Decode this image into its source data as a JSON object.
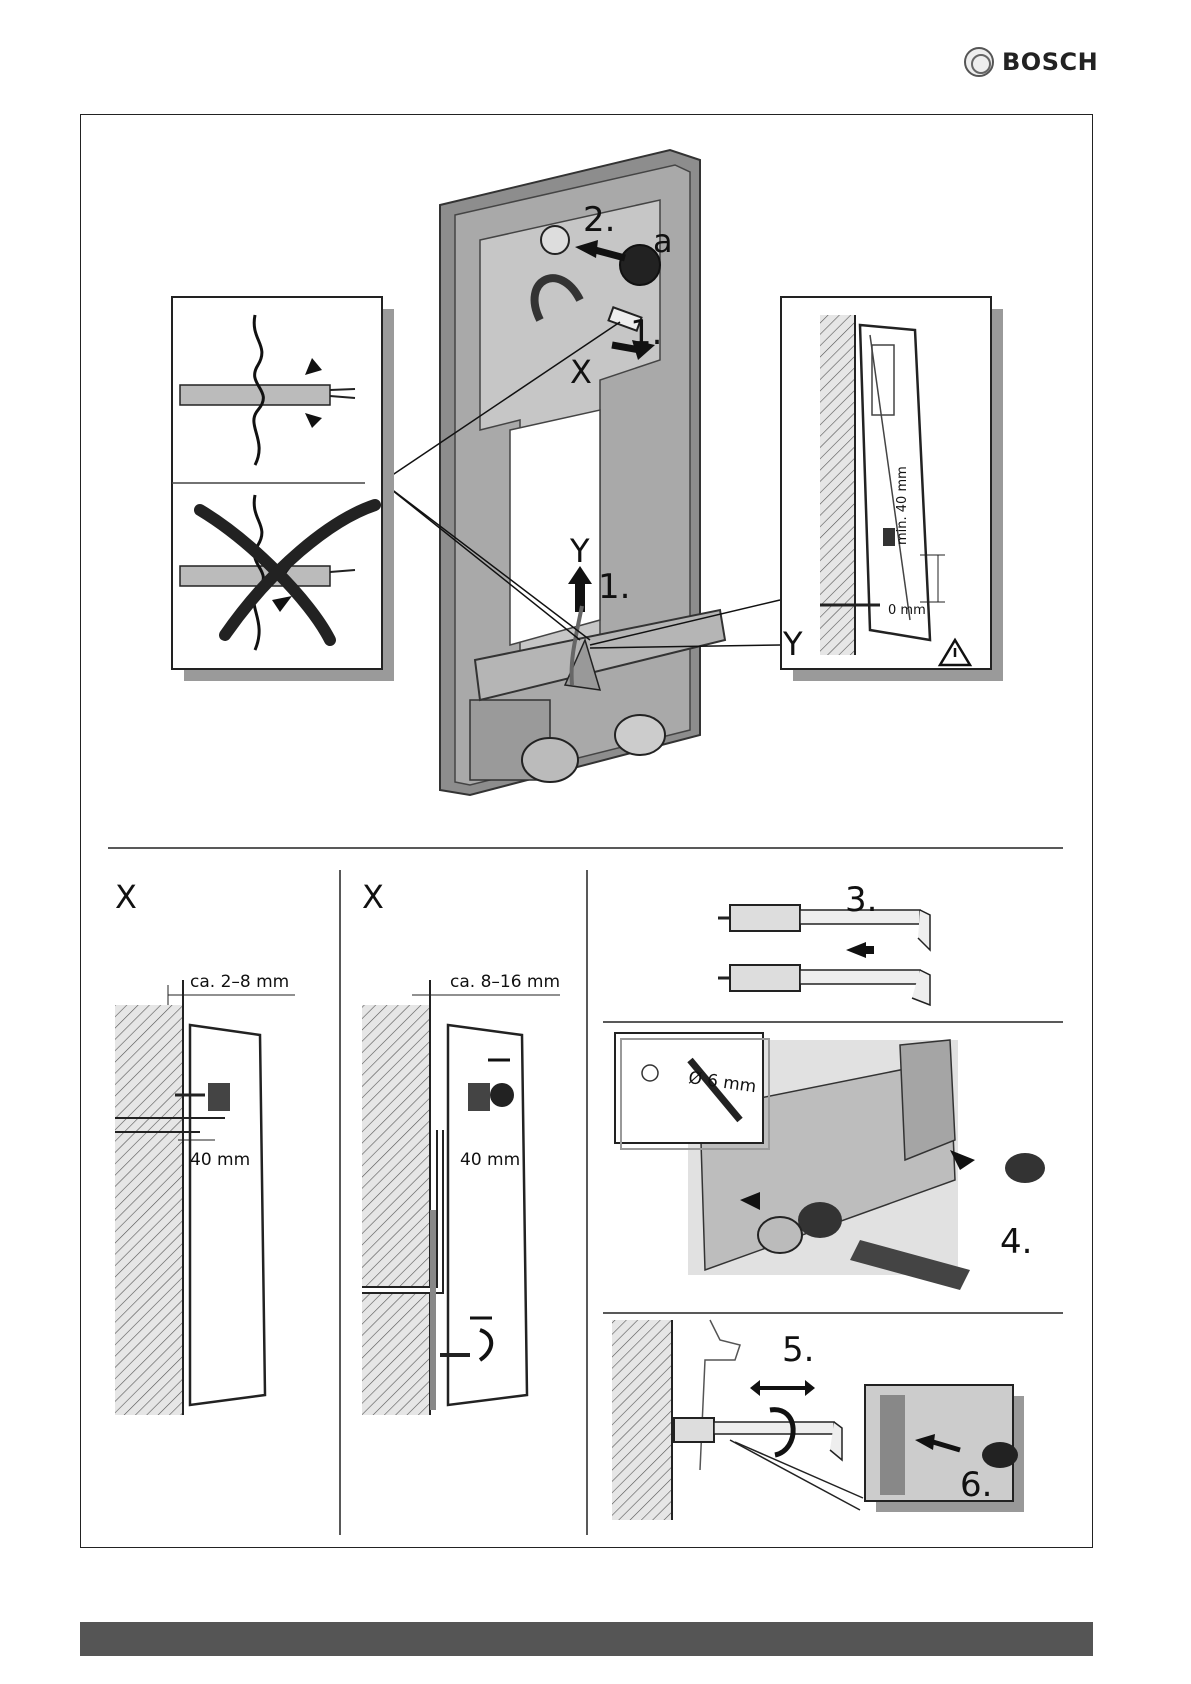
{
  "header": {
    "brand": "BOSCH"
  },
  "main_figure": {
    "labels": {
      "step_2": "2.",
      "part_a": "a",
      "step_1_top": "1.",
      "marker_x": "X",
      "marker_y": "Y",
      "step_1_bottom": "1.",
      "detail_y": "Y",
      "min_distance": "min. 40 mm",
      "zero_mm": "0 mm"
    }
  },
  "panel_x1": {
    "marker": "X",
    "gap": "ca. 2–8 mm",
    "depth": "40 mm"
  },
  "panel_x2": {
    "marker": "X",
    "gap": "ca. 8–16 mm",
    "depth": "40 mm"
  },
  "panel_steps": {
    "step_3": "3.",
    "drill": "Ø 6 mm",
    "step_4": "4.",
    "step_5": "5.",
    "step_6": "6."
  },
  "colors": {
    "frame_gray": "#9a9a9a",
    "dark": "#222222",
    "footer": "#555555"
  }
}
